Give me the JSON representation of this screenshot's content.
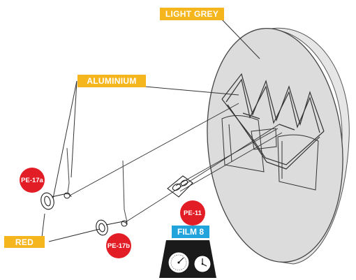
{
  "labels": {
    "light_grey": "LIGHT GREY",
    "aluminium": "ALUMINIUM",
    "red": "RED",
    "film": "FILM 8"
  },
  "badges": {
    "pe_17a": "PE-17a",
    "pe_17b": "PE-17b",
    "pe_11": "PE-11"
  },
  "colors": {
    "label_yellow": "#f5b51d",
    "label_blue": "#21a3dc",
    "badge_red": "#e31d25",
    "panel_dark": "#1a1a1a"
  },
  "icons": [
    "gauge-icon",
    "clock-icon"
  ]
}
